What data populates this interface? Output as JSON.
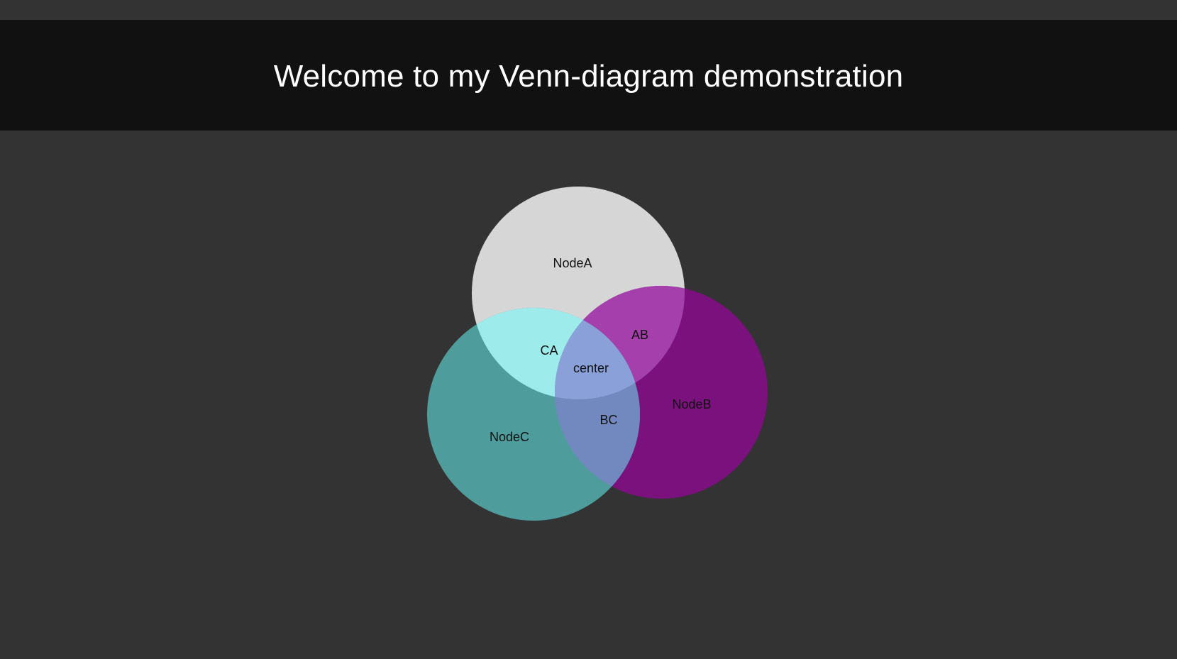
{
  "header": {
    "title": "Welcome to my Venn-diagram demonstration"
  },
  "venn": {
    "sets": [
      {
        "id": "A",
        "label": "NodeA",
        "color": "#d6d6d6"
      },
      {
        "id": "B",
        "label": "NodeB",
        "color": "#7a117d"
      },
      {
        "id": "C",
        "label": "NodeC",
        "color": "#4e9c9c"
      }
    ],
    "regions": {
      "ab": {
        "label": "AB",
        "color": "#a53fac"
      },
      "ca": {
        "label": "CA",
        "color": "#9eebeb"
      },
      "bc": {
        "label": "BC",
        "color": "#7189be"
      },
      "center": {
        "label": "center",
        "color": "#8aa0d9"
      }
    }
  }
}
